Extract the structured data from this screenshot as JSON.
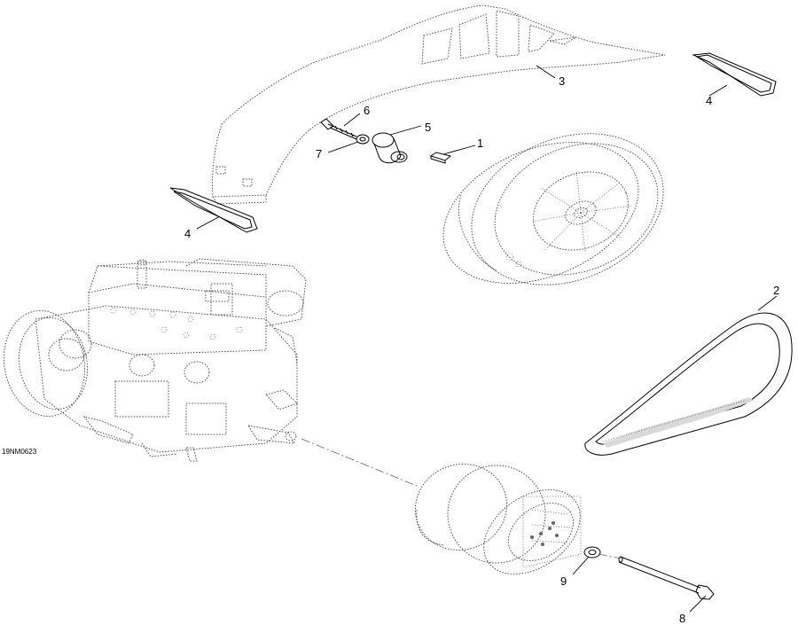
{
  "drawing_id": "19NM0623",
  "callouts": [
    {
      "key": "c1",
      "label": "1"
    },
    {
      "key": "c2",
      "label": "2"
    },
    {
      "key": "c3",
      "label": "3"
    },
    {
      "key": "c4a",
      "label": "4"
    },
    {
      "key": "c4b",
      "label": "4"
    },
    {
      "key": "c5",
      "label": "5"
    },
    {
      "key": "c6",
      "label": "6"
    },
    {
      "key": "c7",
      "label": "7"
    },
    {
      "key": "c8",
      "label": "8"
    },
    {
      "key": "c9",
      "label": "9"
    }
  ]
}
